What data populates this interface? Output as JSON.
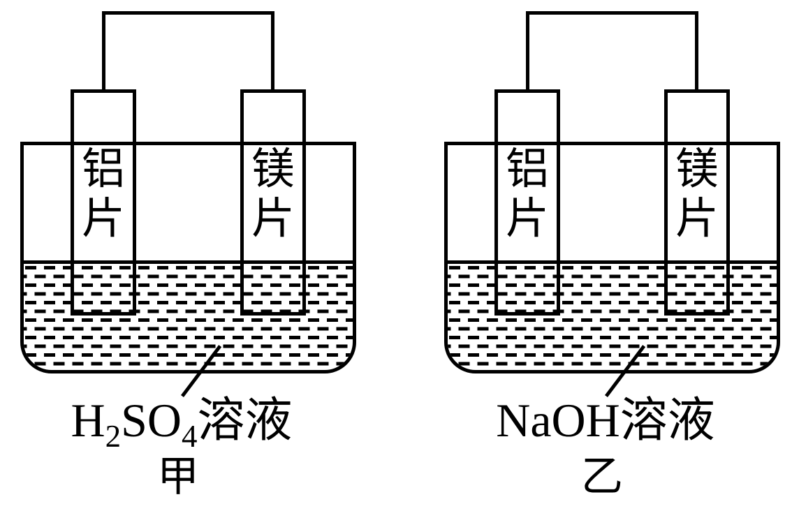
{
  "colors": {
    "ink": "#000000",
    "background": "#ffffff"
  },
  "cells": [
    {
      "caption": "甲",
      "left_electrode": "铝片",
      "right_electrode": "镁片",
      "solution": {
        "p1": "H",
        "sub1": "2",
        "p2": "SO",
        "sub2": "4",
        "p3": "溶液"
      }
    },
    {
      "caption": "乙",
      "left_electrode": "铝片",
      "right_electrode": "镁片",
      "solution": {
        "p1": "NaOH",
        "sub1": "",
        "p2": "",
        "sub2": "",
        "p3": "溶液"
      }
    }
  ]
}
